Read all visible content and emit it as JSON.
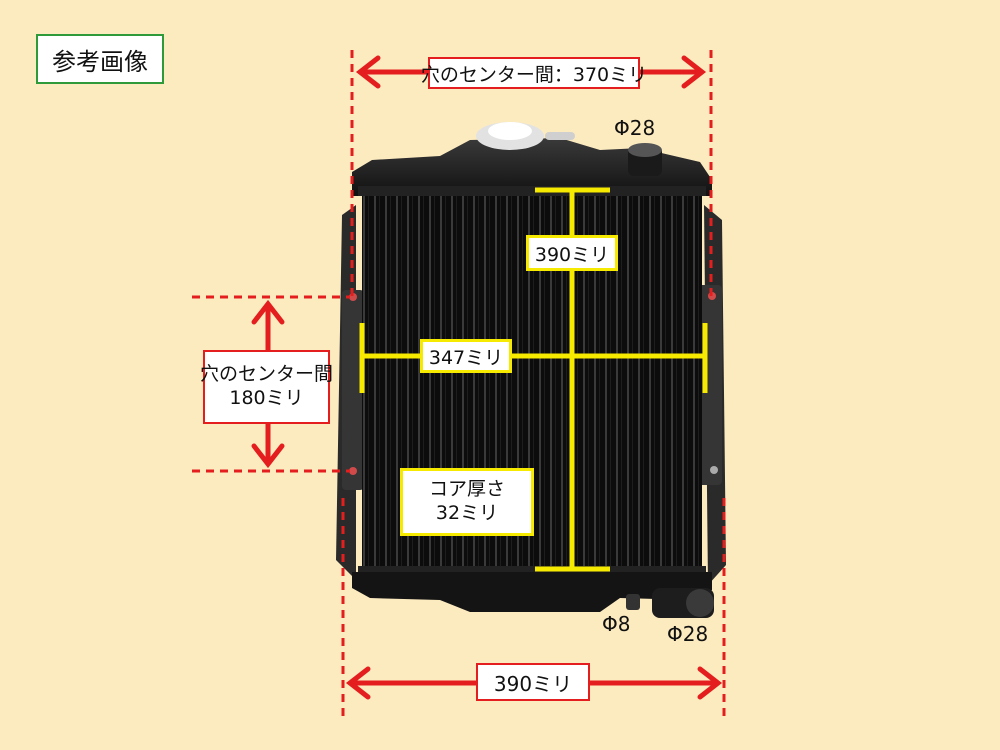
{
  "tag": "参考画像",
  "labels": {
    "top_hole_center": "穴のセンター間：370ミリ",
    "left_hole_center_line1": "穴のセンター間",
    "left_hole_center_line2": "180ミリ",
    "height": "390ミリ",
    "width_inner": "347ミリ",
    "core_line1": "コア厚さ",
    "core_line2": "32ミリ",
    "bottom_width": "390ミリ",
    "pipe_top": "Φ28",
    "pipe_bottom": "Φ28",
    "drain": "Φ8"
  },
  "colors": {
    "background": "#fdebc0",
    "dimension_red": "#e41e1e",
    "dimension_yellow": "#f6ea00",
    "tag_border": "#2e9a3a"
  }
}
